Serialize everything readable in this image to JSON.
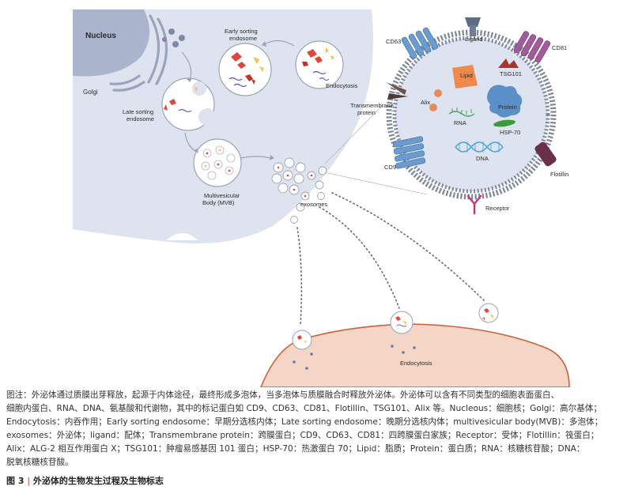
{
  "labels": {
    "nucleus": "Nucleus",
    "golgi": "Golgi",
    "early_endosome": [
      "Early sorting",
      "endosome"
    ],
    "late_endosome": [
      "Late sorting",
      "endosome"
    ],
    "mvb": [
      "Multivesicular",
      "Body  (MVB)"
    ],
    "endocytosis_top": "Endocytosis",
    "exosomes": "exosomes",
    "endocytosis_bottom": "Endocytosis",
    "ligand": "Ligand",
    "cd63": "CD63",
    "cd81": "CD81",
    "cd9": "CD9",
    "transmembrane": [
      "Transmembrane",
      "protein"
    ],
    "lipid": "Lipid",
    "tsg101": "TSG101",
    "alix": "Alix",
    "rna": "RNA",
    "protein": "Protein",
    "hsp70": "HSP-70",
    "dna": "DNA",
    "flotillin": "Flotillin",
    "receptor": "Receptor"
  },
  "caption": {
    "lines": [
      "图注：外泌体通过质膜出芽释放，起源于内体途径，最终形成多泡体，当多泡体与质膜融合时释放外泌体。外泌体可以含有不同类型的细胞表面蛋白、",
      "细胞内蛋白、RNA、DNA、氨基酸和代谢物，其中的标记蛋白如 CD9、CD63、CD81、Flotillin、TSG101、Alix 等。Nucleous：细胞核；Golgi：高尔基体；",
      "Endocytosis：内吞作用；Early sorting endosome：早期分选核内体；Late sorting endosome：晚期分选核内体；multivesicular body(MVB)：多泡体；",
      "exosomes：外泌体；ligand：配体；Transmembrane protein：跨膜蛋白；CD9、CD63、CD81：四跨膜蛋白家族；Receptor：受体；Flotillin：筏蛋白；",
      "Alix：ALG-2 相互作用蛋白 X；TSG101：肿瘤易感基因 101 蛋白；HSP-70：热激蛋白 70；Lipid：脂质；Protein：蛋白质；RNA：核糖核苷酸；DNA：",
      "脱氧核糖核苷酸。"
    ]
  },
  "figure_title": {
    "number": "图 3",
    "separator": "|",
    "text": "外泌体的生物发生过程及生物标志"
  },
  "colors": {
    "cell": "#dfe3ef",
    "nucleus": "#aab4cd",
    "bottom_cell": "#f5d5c5",
    "bottom_cell_edge": "#c9623e",
    "exosome_lumen": "#dde3f0",
    "lipid_bilayer": "#9aa3b5",
    "tetraspanin_blue": "#6a9bd1",
    "cd81_purple": "#a35a9c",
    "lipid_orange": "#f08a4b",
    "tsg_red": "#a8352b",
    "protein_blue": "#5b8fc7",
    "hsp_green": "#3c9a3b",
    "rna_green": "#4aa35c",
    "dna_blue": "#4aa3d8",
    "alix_orange": "#e58a5c",
    "flotillin": "#6a2f4a",
    "receptor_pink": "#c1377c"
  }
}
